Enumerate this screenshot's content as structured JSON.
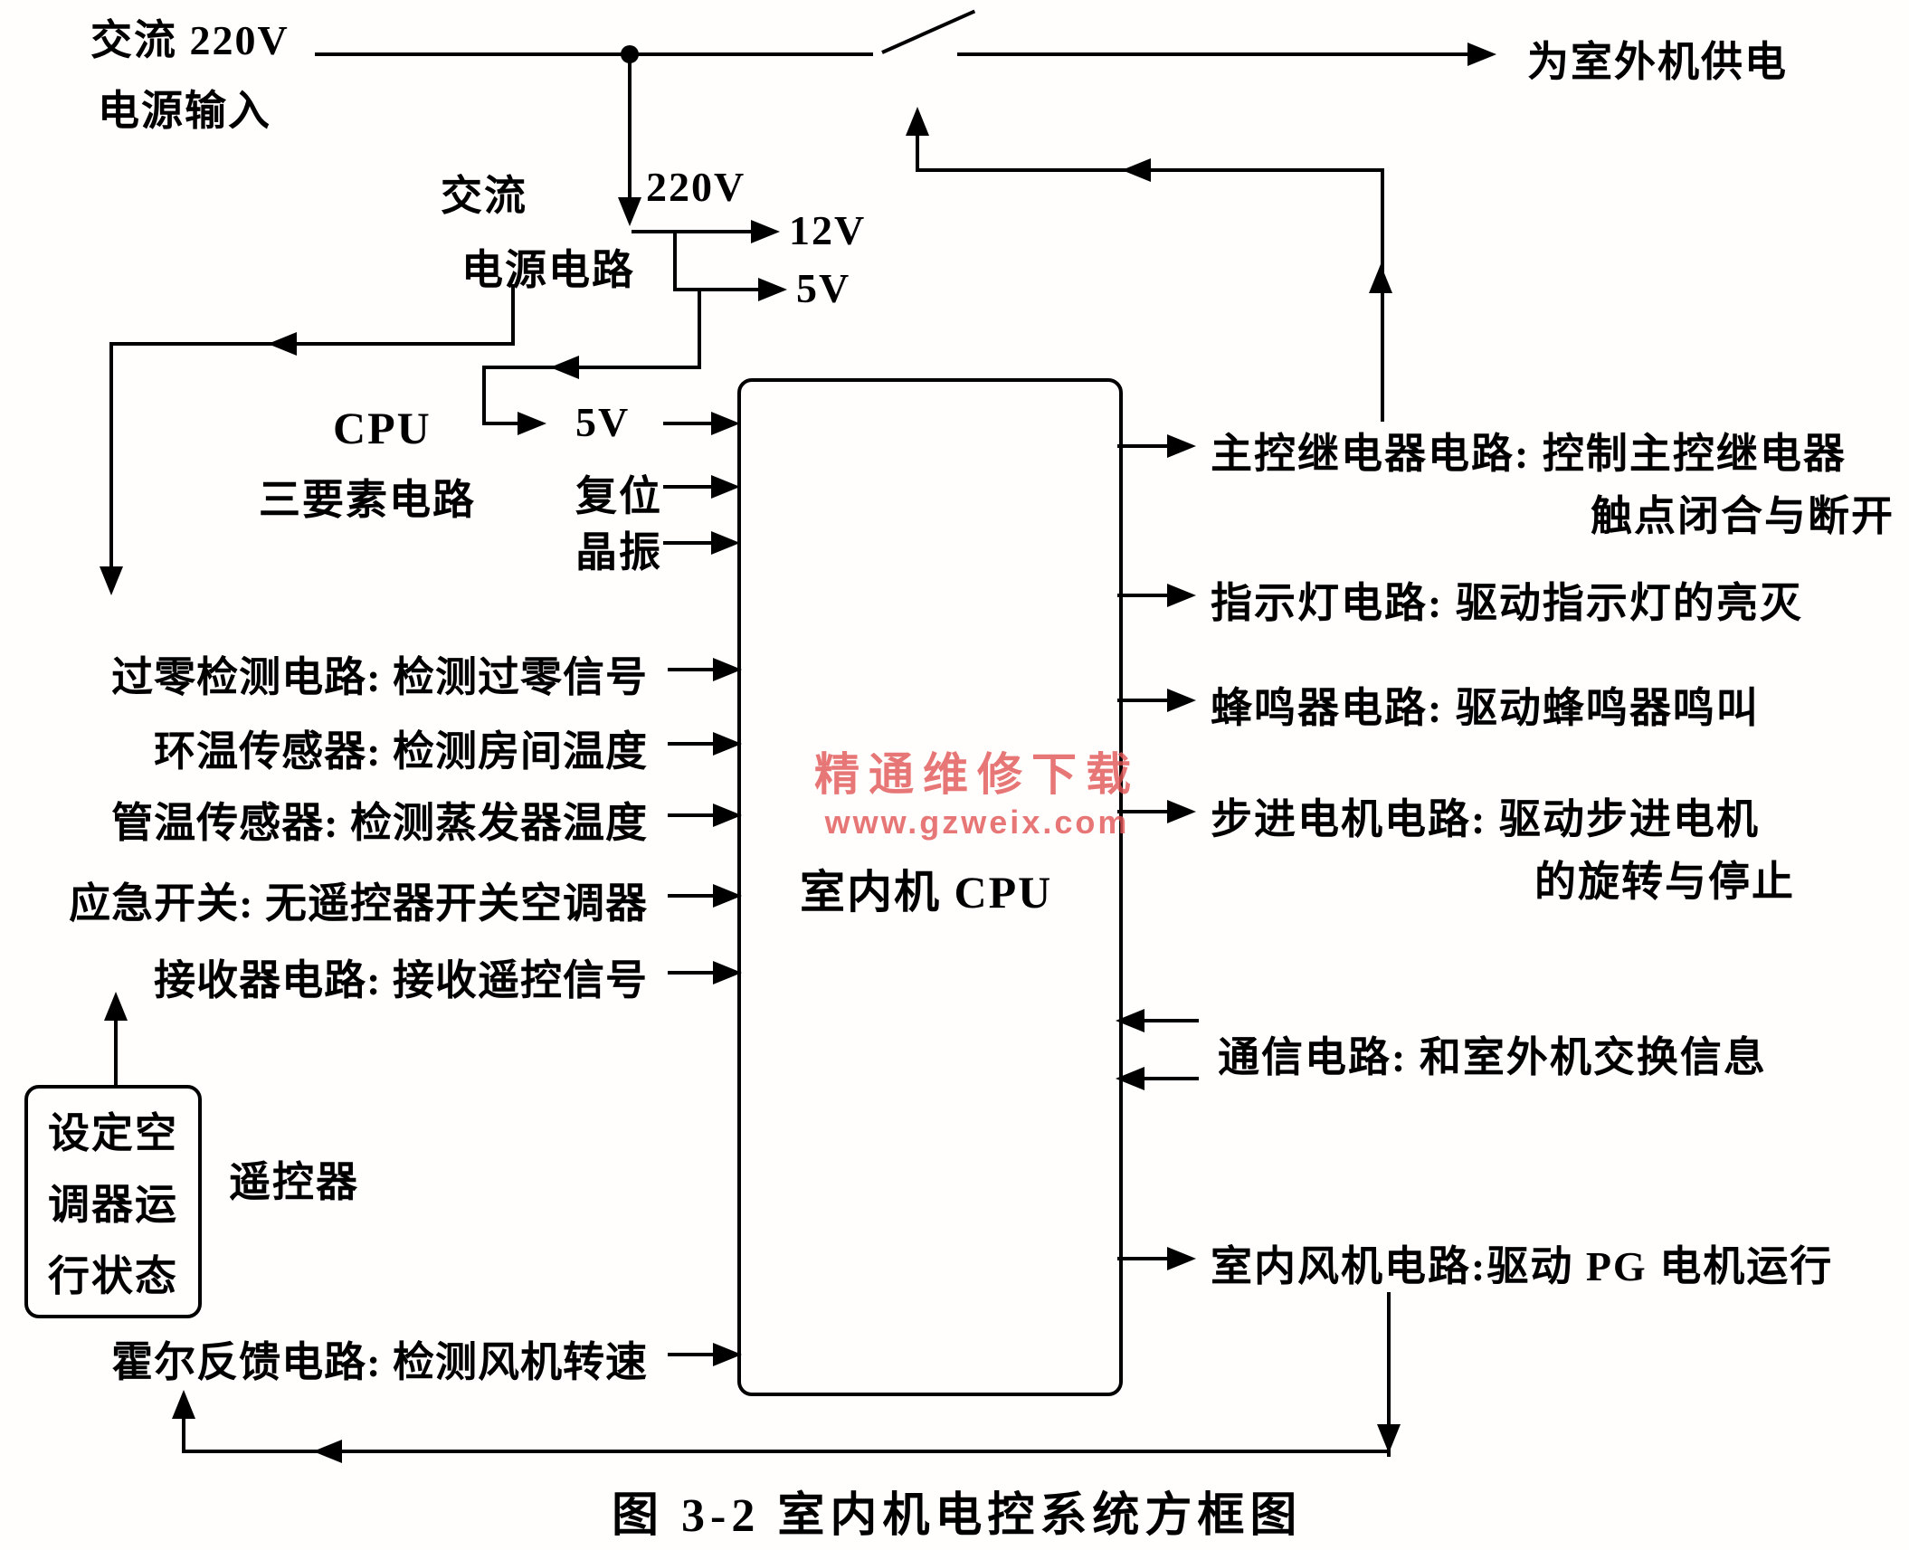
{
  "caption": "图 3-2   室内机电控系统方框图",
  "watermark": {
    "line1": "精通维修下载",
    "line2": "www.gzweix.com"
  },
  "power": {
    "ac_input_line1": "交流 220V",
    "ac_input_line2": "电源输入",
    "outdoor_supply": "为室外机供电",
    "branch_label_left": "交流",
    "branch_label_right": "220V",
    "circuit_label": "电源电路",
    "out_12v": "12V",
    "out_5v": "5V"
  },
  "cpu_three_elements": {
    "title_line1": "CPU",
    "title_line2": "三要素电路",
    "v5": "5V",
    "reset": "复位",
    "crystal": "晶振"
  },
  "cpu_box_label": "室内机 CPU",
  "left_inputs": [
    "过零检测电路: 检测过零信号",
    "环温传感器: 检测房间温度",
    "管温传感器: 检测蒸发器温度",
    "应急开关: 无遥控器开关空调器",
    "接收器电路: 接收遥控信号",
    "霍尔反馈电路: 检测风机转速"
  ],
  "right_outputs": {
    "main_relay_line1": "主控继电器电路: 控制主控继电器",
    "main_relay_line2": "触点闭合与断开",
    "indicator": "指示灯电路: 驱动指示灯的亮灭",
    "buzzer": "蜂鸣器电路: 驱动蜂鸣器鸣叫",
    "stepper_line1": "步进电机电路: 驱动步进电机",
    "stepper_line2": "的旋转与停止",
    "communication": "通信电路: 和室外机交换信息",
    "indoor_fan": "室内风机电路:驱动 PG 电机运行"
  },
  "remote": {
    "box_line1": "设定空",
    "box_line2": "调器运",
    "box_line3": "行状态",
    "label": "遥控器"
  }
}
